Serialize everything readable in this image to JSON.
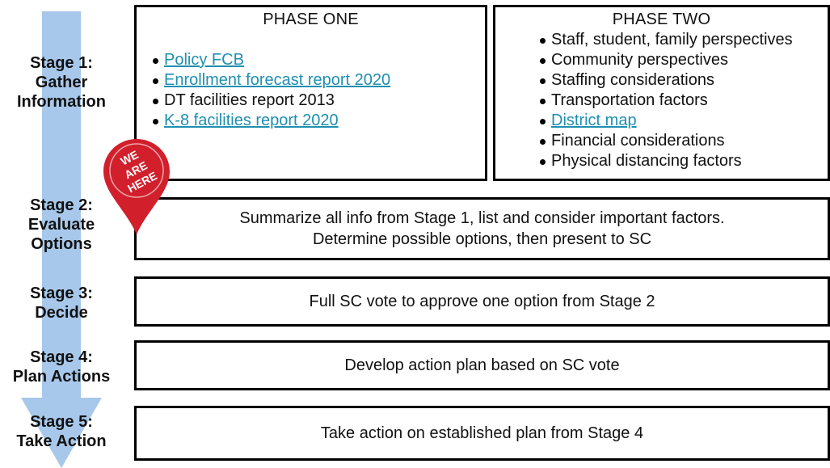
{
  "stages": [
    {
      "line1": "Stage 1:",
      "line2": "Gather",
      "line3": "Information"
    },
    {
      "line1": "Stage 2:",
      "line2": "Evaluate",
      "line3": "Options"
    },
    {
      "line1": "Stage 3:",
      "line2": "Decide"
    },
    {
      "line1": "Stage 4:",
      "line2": "Plan Actions"
    },
    {
      "line1": "Stage 5:",
      "line2": "Take Action"
    }
  ],
  "phase_one": {
    "title": "PHASE ONE",
    "items": [
      {
        "text": "Policy FCB",
        "link": true
      },
      {
        "text": "Enrollment forecast report 2020",
        "link": true
      },
      {
        "text": "DT facilities report 2013",
        "link": false
      },
      {
        "text": "K-8 facilities report 2020",
        "link": true
      }
    ]
  },
  "phase_two": {
    "title": "PHASE TWO",
    "items": [
      {
        "text": "Staff, student, family perspectives",
        "link": false
      },
      {
        "text": "Community perspectives",
        "link": false
      },
      {
        "text": "Staffing considerations",
        "link": false
      },
      {
        "text": "Transportation factors",
        "link": false
      },
      {
        "text": "District map",
        "link": true
      },
      {
        "text": "Financial considerations",
        "link": false
      },
      {
        "text": "Physical distancing factors",
        "link": false
      }
    ]
  },
  "stage2_box": {
    "line1": "Summarize all info from Stage 1, list and consider important factors.",
    "line2": "Determine possible options, then present to SC"
  },
  "stage3_box": "Full SC vote to approve one option from Stage 2",
  "stage4_box": "Develop action plan based on SC vote",
  "stage5_box": "Take action on established plan from Stage 4",
  "marker": {
    "line1": "WE",
    "line2": "ARE",
    "line3": "HERE"
  },
  "colors": {
    "arrow": "#a7c8ea",
    "link": "#1f8fb0",
    "marker": "#d11f2b"
  }
}
